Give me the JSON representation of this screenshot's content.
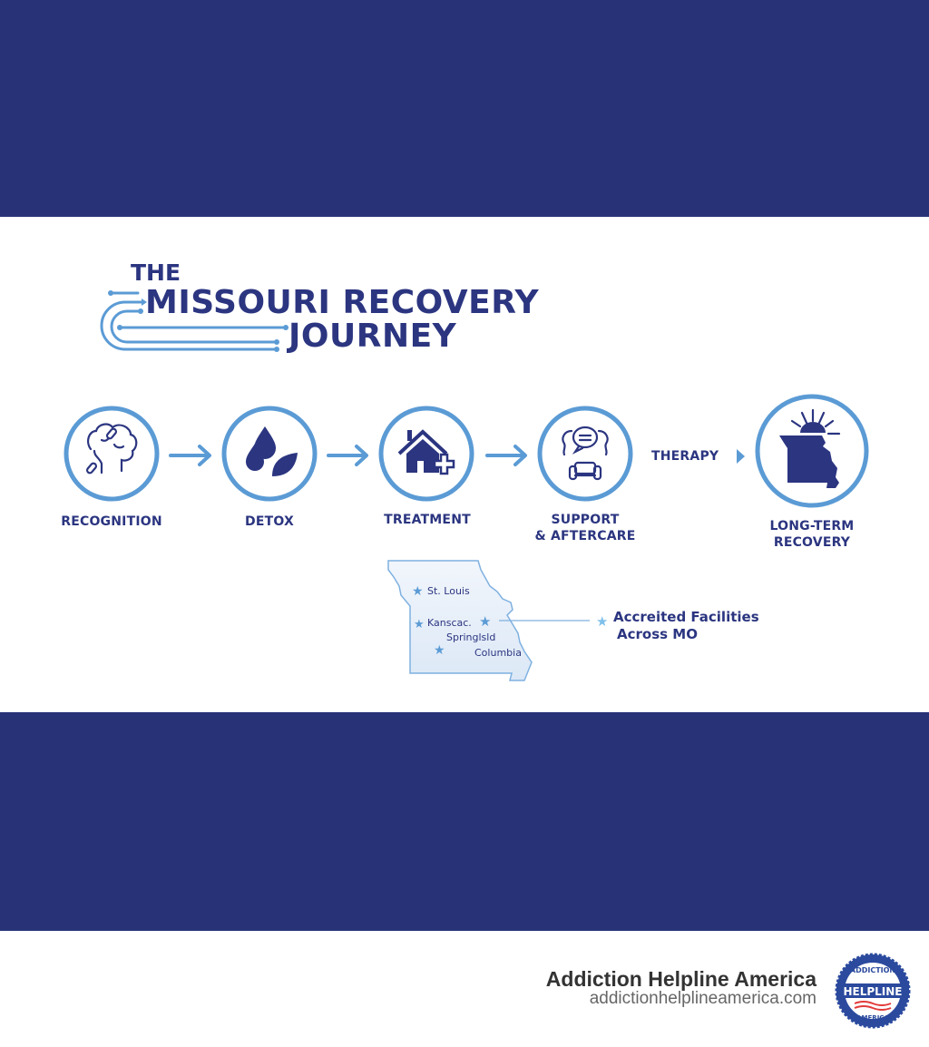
{
  "title": {
    "line1": "THE",
    "line2": "MISSOURI RECOVERY",
    "line3": "JOURNEY"
  },
  "steps": [
    {
      "label": "RECOGNITION",
      "icon": "brain-chain-icon"
    },
    {
      "label": "DETOX",
      "icon": "water-drops-leaf-icon"
    },
    {
      "label": "TREATMENT",
      "icon": "house-medical-cross-icon"
    },
    {
      "label_line1": "SUPPORT",
      "label_line2": "& AFTERCARE",
      "icon": "group-chat-couch-icon"
    },
    {
      "label_line1": "LONG-TERM",
      "label_line2": "RECOVERY",
      "icon": "missouri-sunrise-icon"
    }
  ],
  "therapy_label": "THERAPY",
  "map": {
    "cities": [
      "St. Louis",
      "Kanscac.",
      "Springlsld",
      "Columbia"
    ],
    "callout_line1": "Accreited Facilities",
    "callout_line2": "Across MO"
  },
  "footer": {
    "brand": "Addiction Helpline America",
    "url": "addictionhelplineamerica.com",
    "logo_text": [
      "ADDICTION",
      "HELPLINE",
      "AMERICA"
    ]
  },
  "colors": {
    "navy_band": "#283377",
    "text_navy": "#2b3580",
    "accent_blue": "#5b9bd5"
  }
}
